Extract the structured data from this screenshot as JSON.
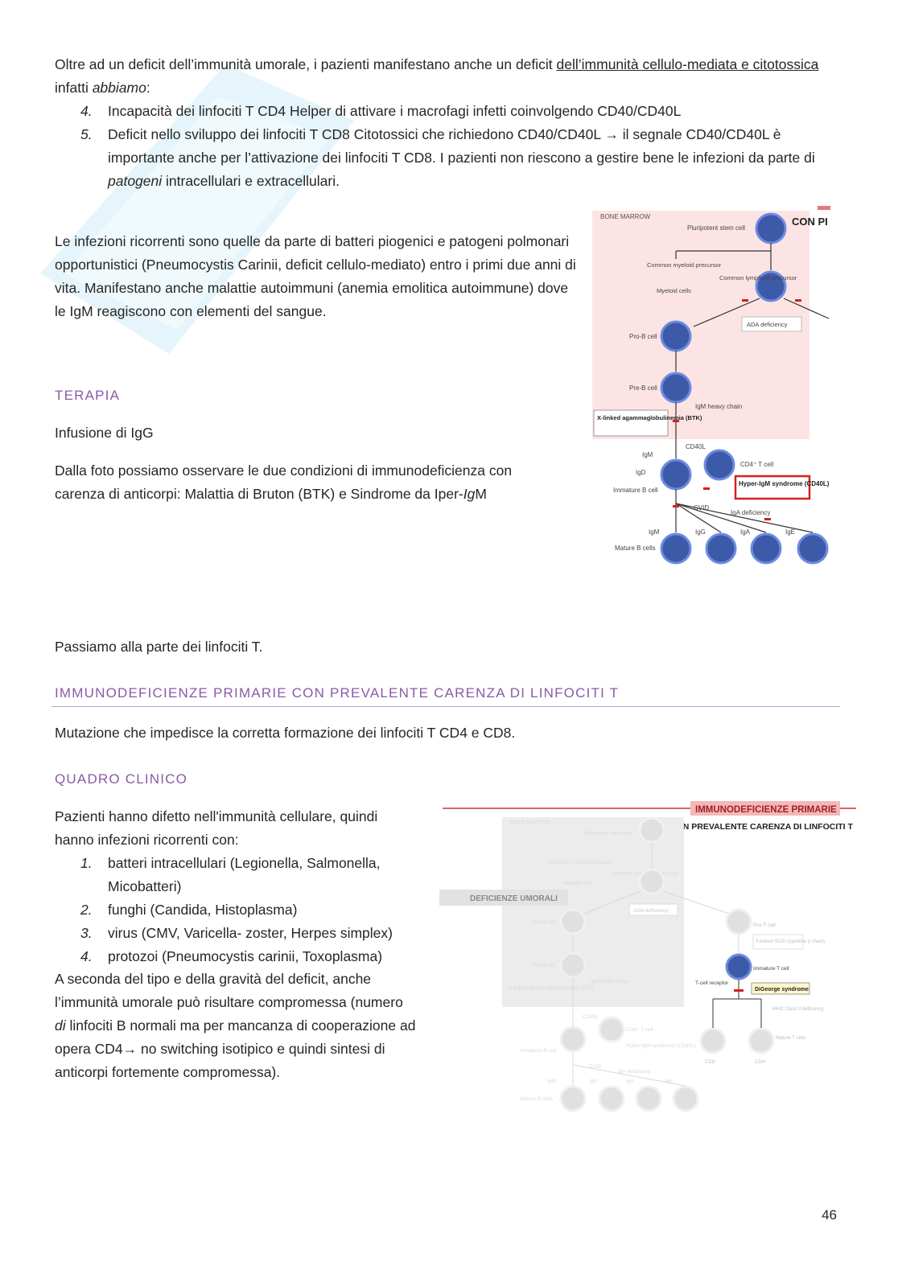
{
  "intro": {
    "line1_start": "Oltre ad un deficit dell’immunità umorale, i pazienti manifestano anche un deficit ",
    "line1_underlined": "dell’immunità cellulo-mediata e citotossica",
    "line2_middle": " infatti ",
    "line2_italic": "abbiamo",
    "line2_end": ":"
  },
  "list_a": [
    {
      "num": "4.",
      "text": "Incapacità dei linfociti T CD4 Helper di attivare i macrofagi infetti coinvolgendo CD40/CD40L"
    },
    {
      "num": "5.",
      "text_before": "Deficit nello sviluppo dei linfociti T CD8 Citotossici che richiedono CD40/CD40L → il segnale CD40/CD40L è importante anche per l’attivazione dei linfociti T CD8. I pazienti non riescono a gestire bene le infezioni da parte di ",
      "text_italic": "patogeni",
      "text_after": " intracellulari e extracellulari."
    }
  ],
  "para_infections": "Le infezioni ricorrenti sono quelle da parte di batteri piogenici e patogeni polmonari opportunistici (Pneumocystis Carinii, deficit cellulo-mediato) entro i primi due anni di vita. Manifestano anche malattie autoimmuni (anemia emolitica autoimmune) dove le IgM reagiscono con elementi del sangue.",
  "heading_terapia": "TERAPIA",
  "para_therapy": "Infusione di IgG",
  "para_photo_start": "Dalla foto possiamo osservare le due condizioni di immunodeficienza con carenza di anticorpi: Malattia di Bruton (BTK) e Sindrome da Iper-",
  "para_photo_italic": "Ig",
  "para_photo_end": "M",
  "para_tcells": "Passiamo alla parte dei linfociti T.",
  "heading_primary": "IMMUNODEFICIENZE PRIMARIE CON PREVALENTE CARENZA DI LINFOCITI T",
  "para_mutation": "Mutazione che impedisce la corretta formazione dei linfociti T CD4 e CD8.",
  "heading_clinical": "QUADRO CLINICO",
  "para_patients": "Pazienti hanno difetto nell'immunità cellulare, quindi hanno infezioni ricorrenti con:",
  "list_b": [
    {
      "num": "1.",
      "text": "batteri intracellulari (Legionella, Salmonella, Micobatteri)"
    },
    {
      "num": "2.",
      "text": "funghi (Candida, Histoplasma)"
    },
    {
      "num": "3.",
      "text": "virus (CMV, Varicella- zoster, Herpes simplex)"
    },
    {
      "num": "4.",
      "text": "protozoi (Pneumocystis carinii, Toxoplasma)"
    }
  ],
  "para_severity_start": "A seconda del tipo e della gravità del deficit, anche l’immunità umorale può risultare compromessa (numero ",
  "para_severity_italic": "di",
  "para_severity_end": " linfociti B normali ma per mancanza di cooperazione ad opera CD4→ no switching isotipico e quindi sintesi di anticorpi fortemente compromessa).",
  "page_number": "46",
  "figure1": {
    "header_right": "CON PI",
    "bone_marrow": "BONE MARROW",
    "stem": "Pluripotent stem cell",
    "myeloid_precursor": "Common myeloid precursor",
    "myeloid_cells": "Myeloid cells",
    "lymphoid": "Common lymphoid precursor",
    "ada": "ADA deficiency",
    "pro_b": "Pro-B cell",
    "pre_b": "Pre-B cell",
    "igm_heavy": "IgM heavy chain",
    "xla": "X-linked agammaglobulinemia (BTK)",
    "cd40l": "CD40L",
    "cd4t": "CD4⁺ T cell",
    "igm": "IgM",
    "igd": "IgD",
    "immature_b": "Immature B cell",
    "hyper_igm": "Hyper-IgM syndrome (CD40L)",
    "cvid": "CVID",
    "iga_def": "IgA deficiency",
    "mature_b": "Mature B cells",
    "iso_igm": "IgM",
    "iso_igg": "IgG",
    "iso_iga": "IgA",
    "iso_ige": "IgE"
  },
  "figure2": {
    "banner": "IMMUNODEFICIENZE PRIMARIE",
    "subtitle": "CON PREVALENTE CARENZA DI LINFOCITI T",
    "deficienze": "DEFICIENZE UMORALI",
    "bone_marrow": "BONE MARROW",
    "stem": "Pluripotent stem cell",
    "myeloid": "Common myeloid precursor",
    "myeloid_cells": "Myeloid cells",
    "lymphoid": "Common lymphoid precursor",
    "ada": "ADA deficiency",
    "pro_b": "Pro-B cell",
    "pre_b": "Pre-B cell",
    "igm_heavy": "IgM heavy chain",
    "xla": "X-linked agammaglobulinemia (BTK)",
    "cd40l": "CD40L",
    "cd4t": "CD4⁺ T cell",
    "immature_b": "Immature B cell",
    "hyper": "Hyper-IgM syndrome (CD40L)",
    "cvid": "CVID",
    "iga": "IgA deficiency",
    "mature_b": "Mature B cells",
    "pro_t": "Pro-T cell",
    "xscid": "X-linked SCID (cytokine γ chain)",
    "immature_t": "Immature T cell",
    "tcr": "T-cell receptor",
    "digeorge": "DiGeorge syndrome",
    "mhc": "MHC Class II deficiency",
    "mature_t": "Mature T cells",
    "cd8": "CD8⁺",
    "cd4": "CD4⁺",
    "iso_igm": "IgM",
    "iso_igg": "IgG",
    "iso_iga": "IgA",
    "iso_ige": "IgE"
  },
  "colors": {
    "heading": "#8a5aa8",
    "bone_marrow_bg": "#fde4e4",
    "cell_fill": "#3c5aa8",
    "deficiency_red": "#d42020"
  }
}
